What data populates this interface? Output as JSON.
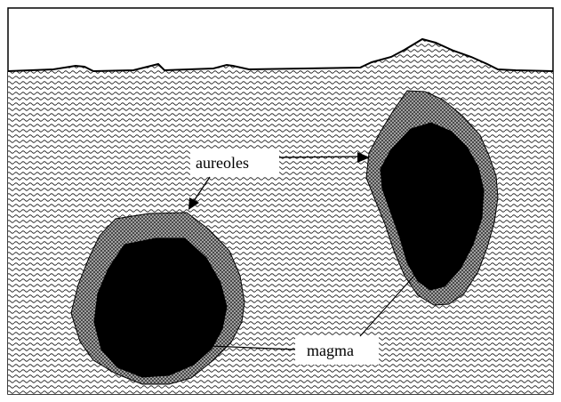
{
  "labels": {
    "aureoles": "aureoles",
    "magma": "magma"
  },
  "legend_semantics": {
    "host_rock": "wavy-hatch",
    "aureole": "crosshatch-grey",
    "magma": "solid-black"
  },
  "colors": {
    "background": "#ffffff",
    "outline": "#000000",
    "magma": "#000000",
    "aureole": "#8c8c8c",
    "host_rock_pattern": "#222222"
  }
}
